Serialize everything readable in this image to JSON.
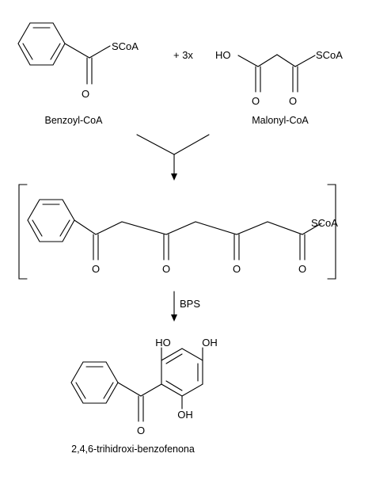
{
  "reaction": {
    "reagent_multiplier": "+ 3x",
    "enzyme": "BPS"
  },
  "benzoyl_coa": {
    "name": "Benzoyl-CoA",
    "thioester_label": "SCoA",
    "carbonyl_label": "O"
  },
  "malonyl_coa": {
    "name": "Malonyl-CoA",
    "hydroxyl_label": "HO",
    "thioester_label": "SCoA",
    "acid_carbonyl_label": "O",
    "thioester_carbonyl_label": "O"
  },
  "intermediate": {
    "thioester_label": "SCoA",
    "carbonyl_labels": [
      "O",
      "O",
      "O",
      "O"
    ]
  },
  "product": {
    "name": "2,4,6-trihidroxi-benzofenona",
    "hydroxyl_top_left": "HO",
    "hydroxyl_top_right": "OH",
    "hydroxyl_bottom": "OH",
    "carbonyl_label": "O"
  }
}
